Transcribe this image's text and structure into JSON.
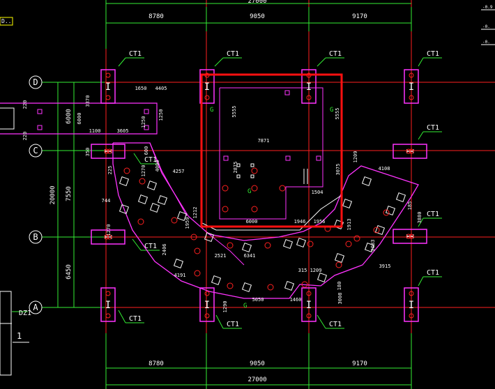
{
  "colors": {
    "bg": "#000000",
    "grid": "#ff2020",
    "dim": "#33ee33",
    "struct": "#ff33ff",
    "wall": "#ffffff",
    "text": "#ffffff",
    "highlight": "#ff1010",
    "accent": "#ffff00"
  },
  "top_dims": {
    "total": "27000",
    "spans": [
      "8780",
      "9050",
      "9170"
    ]
  },
  "bottom_dims": {
    "total": "27000",
    "spans": [
      "8780",
      "9050",
      "9170"
    ]
  },
  "left_dims": {
    "total": "20000",
    "segments": [
      "6000",
      "7550",
      "6450"
    ]
  },
  "axes": {
    "rows": [
      "D",
      "C",
      "B",
      "A"
    ]
  },
  "pile_caps": {
    "ct_label": "CT1",
    "dz_label": "DZ1"
  },
  "dims": {
    "d1650": "1650",
    "d4405": "4405",
    "d3370": "3370",
    "d220a": "220",
    "d220b": "220",
    "d1100": "1100",
    "d3605": "3605",
    "d1250a": "1250",
    "d1250b": "1250",
    "d6000top": "6000",
    "d5555a": "5555",
    "d5555b": "5555",
    "d7871": "7871",
    "d2875": "2875",
    "d3075": "3075",
    "d1504": "1504",
    "d4257": "4257",
    "d4108": "4108",
    "d1209": "1209",
    "d3880": "3880",
    "d600": "600",
    "d4000": "4000",
    "d6000b": "6000",
    "d1946": "1946",
    "d1956": "1956",
    "d1212": "1212",
    "d1959": "1959",
    "d1913": "1913",
    "d1270": "1270",
    "d2521": "2521",
    "d6341": "6341",
    "d2406": "2406",
    "d2083": "2083",
    "d3915": "3915",
    "d4191": "4191",
    "d1209b": "1209",
    "d315": "315",
    "d1290": "1290",
    "d5050": "5050",
    "d1460": "1460",
    "d3008": "3008",
    "d185": "185",
    "d180": "180",
    "d744": "744",
    "d1270b": "1270",
    "d225": "225",
    "d350": "350"
  },
  "marks": {
    "g": "G",
    "one": "1",
    "dot": "D.."
  },
  "side_texts": {
    "t1": "-0.9",
    "t2": "-0.",
    "t3": "-0."
  }
}
